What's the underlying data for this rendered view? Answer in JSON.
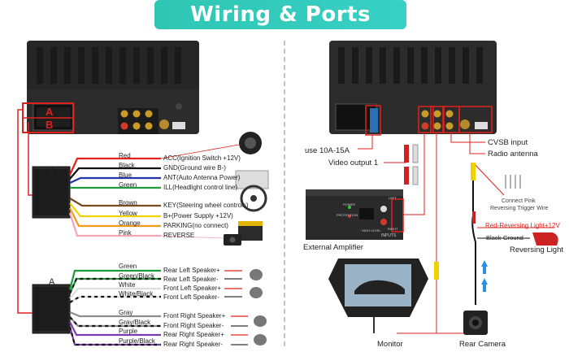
{
  "title": "Wiring & Ports",
  "left": {
    "connector_tags": [
      "A",
      "B"
    ],
    "block_b_label": "B",
    "block_a_label": "A",
    "b_wires": [
      {
        "color_name": "Red",
        "desc": "ACC(Ignition Switch +12V)"
      },
      {
        "color_name": "Black",
        "desc": "GND(Ground wire B-)"
      },
      {
        "color_name": "Blue",
        "desc": "ANT(Auto Antenna Power)"
      },
      {
        "color_name": "Green",
        "desc": "ILL(Headlight control line)"
      },
      {
        "color_name": "Brown",
        "desc": "KEY(Steering wheel controls)"
      },
      {
        "color_name": "Yellow",
        "desc": "B+(Power Supply +12V)"
      },
      {
        "color_name": "Orange",
        "desc": "PARKING(no connect)"
      },
      {
        "color_name": "Pink",
        "desc": "REVERSE"
      }
    ],
    "a_wires": [
      {
        "color_name": "Green",
        "desc": "Rear Left Speaker+"
      },
      {
        "color_name": "Green/Black",
        "desc": "Rear Left Speaker-"
      },
      {
        "color_name": "White",
        "desc": "Front Left Speaker+"
      },
      {
        "color_name": "White/Black",
        "desc": "Front Left Speaker-"
      },
      {
        "color_name": "Gray",
        "desc": "Front Right Speaker+"
      },
      {
        "color_name": "Gray/Black",
        "desc": "Front Right Speaker-"
      },
      {
        "color_name": "Purple",
        "desc": "Rear Right Speaker+"
      },
      {
        "color_name": "Purple/Black",
        "desc": "Rear Right Speaker-"
      }
    ],
    "wire_colors": {
      "red": "#e32219",
      "black": "#111111",
      "blue": "#2433a8",
      "green": "#1d9b3a",
      "brown": "#7a4a1e",
      "yellow": "#f2d100",
      "orange": "#f39a1b",
      "pink": "#f4a6b8",
      "white": "#dddddd",
      "gray": "#8c8c8c",
      "purple": "#7b3bb0"
    }
  },
  "right": {
    "use_fuse": "use 10A-15A",
    "video_output": "Video output 1",
    "cvbs_input": "CVSB input",
    "radio_antenna": "Radio antenna",
    "external_amplifier": "External Amplifier",
    "amp_inputs": "INPUTS",
    "amp_high_level": "HIGH LEVEL",
    "amp_power": "POWER",
    "amp_protection": "PROTECTION",
    "amp_left": "LEFT",
    "amp_right": "RIGHT",
    "connect_pink_1": "Connect Pink",
    "connect_pink_2": "Reversing Trigger Wire",
    "red_reversing": "Red-Reversing Light+12V",
    "black_ground": "Black-Ground-",
    "reversing_light": "Reversing Light",
    "monitor": "Monitor",
    "rear_camera": "Rear Camera"
  }
}
